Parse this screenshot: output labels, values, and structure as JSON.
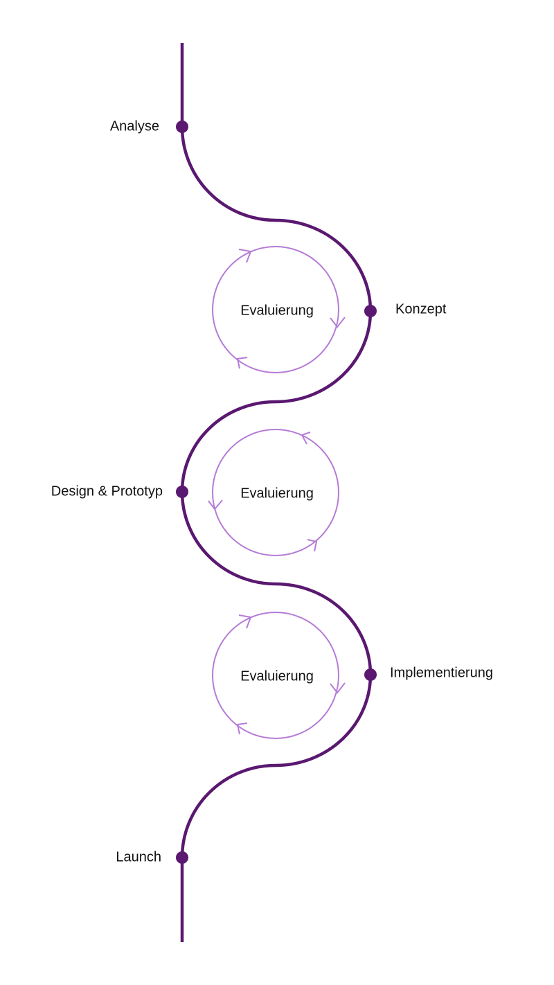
{
  "colors": {
    "path": "#5a1870",
    "node": "#5a1870",
    "cycle": "#b57bd6",
    "text": "#111111",
    "background": "#ffffff"
  },
  "stages": [
    {
      "label": "Analyse"
    },
    {
      "label": "Konzept"
    },
    {
      "label": "Design & Prototyp"
    },
    {
      "label": "Implementierung"
    },
    {
      "label": "Launch"
    }
  ],
  "cycles": [
    {
      "label": "Evaluierung",
      "direction": "clockwise"
    },
    {
      "label": "Evaluierung",
      "direction": "counterclockwise"
    },
    {
      "label": "Evaluierung",
      "direction": "clockwise"
    }
  ]
}
